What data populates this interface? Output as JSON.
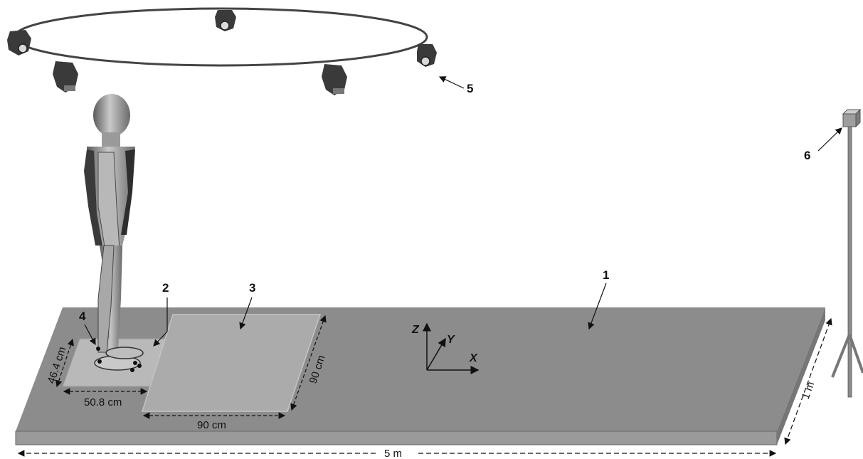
{
  "callouts": {
    "platform": "1",
    "force_plate_small": "2",
    "force_plate_large": "3",
    "markers": "4",
    "cameras": "5",
    "sensor_stand": "6"
  },
  "dimensions": {
    "small_plate_depth": "46.4 cm",
    "small_plate_width": "50.8 cm",
    "large_plate_width": "90 cm",
    "large_plate_depth": "90 cm",
    "platform_length": "5 m",
    "platform_width": "1 m"
  },
  "axes": {
    "x": "X",
    "y": "Y",
    "z": "Z"
  },
  "colors": {
    "platform_top": "#8c8c8c",
    "platform_front": "#9a9a9a",
    "small_plate": "#b9b9b9",
    "large_plate": "#ababab",
    "camera": "#3a3a3a"
  }
}
